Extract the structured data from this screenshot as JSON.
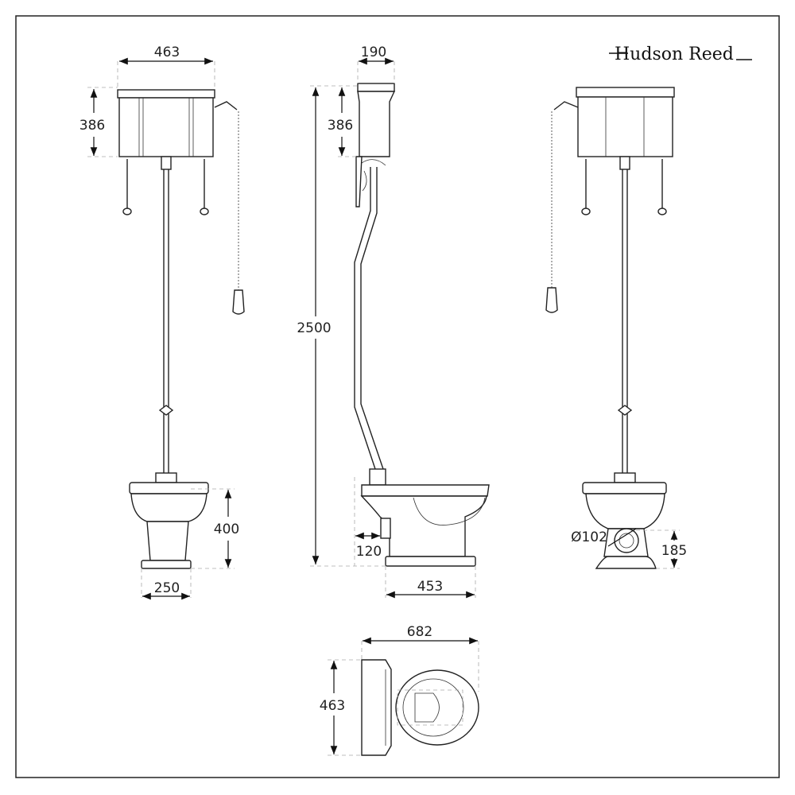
{
  "brand": {
    "logo_text": "Hudson Reed"
  },
  "front_view": {
    "cistern_width": "463",
    "cistern_height": "386",
    "pan_height": "400",
    "pedestal_width": "250"
  },
  "side_view": {
    "cistern_depth": "190",
    "cistern_height": "386",
    "overall_height": "2500",
    "wall_gap": "120",
    "pan_depth": "453"
  },
  "rear_view": {
    "outlet_diameter": "Ø102",
    "outlet_height": "185"
  },
  "top_view": {
    "overall_length": "682",
    "cistern_width": "463"
  },
  "colors": {
    "line": "#222222",
    "extension": "#aaaaaa",
    "background": "#ffffff"
  }
}
